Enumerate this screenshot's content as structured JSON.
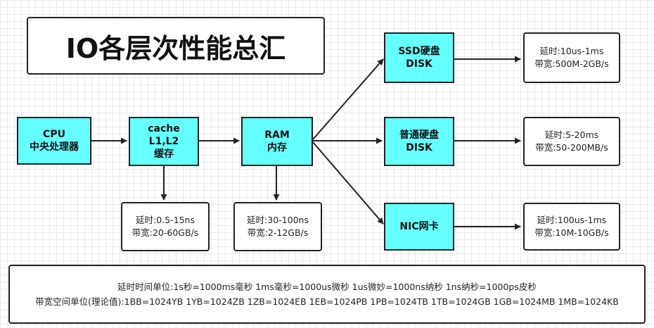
{
  "title": "IO各层次性能总汇",
  "nodes": {
    "cpu": [
      "CPU",
      "中央处理器"
    ],
    "cache": [
      "cache",
      "L1,L2",
      "缓存"
    ],
    "ram": [
      "RAM",
      "内存"
    ],
    "ssd": [
      "SSD硬盘",
      "DISK"
    ],
    "hdd": [
      "普通硬盘",
      "DISK"
    ],
    "nic": [
      "NIC网卡"
    ]
  },
  "metrics": {
    "cache": [
      "延时:0.5-15ns",
      "带宽:20-60GB/s"
    ],
    "ram": [
      "延时:30-100ns",
      "带宽:2-12GB/s"
    ],
    "ssd": [
      "延时:10us-1ms",
      "带宽:500M-2GB/s"
    ],
    "hdd": [
      "延时:5-20ms",
      "带宽:50-200MB/s"
    ],
    "nic": [
      "延时:100us-1ms",
      "带宽:10M-10GB/s"
    ]
  },
  "footer": [
    "延时时间单位:1s秒=1000ms毫秒  1ms毫秒=1000us微秒  1us微妙=1000ns纳秒  1ns纳秒=1000ps皮秒",
    "带宽空间单位(理论值):1BB=1024YB  1YB=1024ZB  1ZB=1024EB 1EB=1024PB  1PB=1024TB  1TB=1024GB  1GB=1024MB  1MB=1024KB"
  ],
  "colors": {
    "node_fill": "#66ffff",
    "stroke": "#222222"
  }
}
